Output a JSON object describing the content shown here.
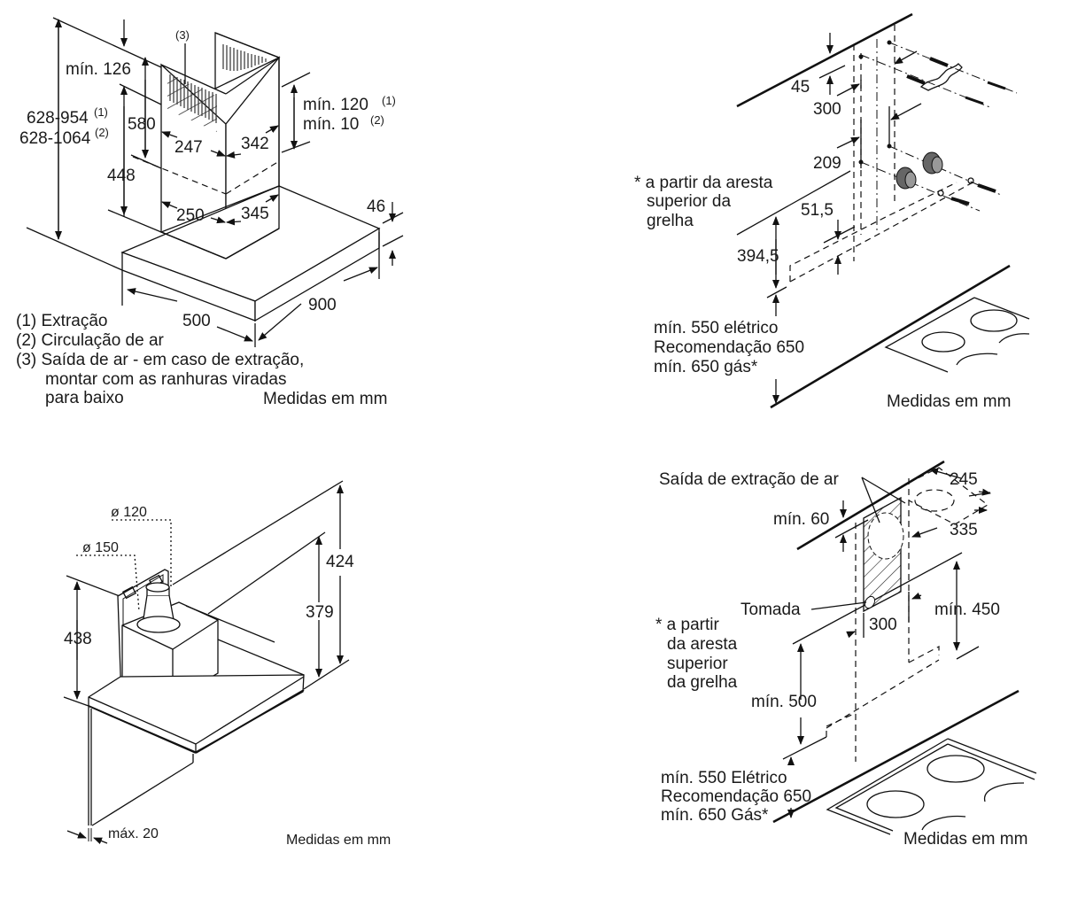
{
  "panels": {
    "top_left": {
      "title": "Chimney hood dimensions",
      "labels": {
        "outlet": "(3)",
        "min126": "mín. 126",
        "total_1": "628-954",
        "total_1_sup": "(1)",
        "total_2": "628-1064",
        "total_2_sup": "(2)",
        "d580": "580",
        "d448": "448",
        "d247": "247",
        "d342": "342",
        "d250": "250",
        "d345": "345",
        "min120": "mín. 120",
        "min120_sup": "(1)",
        "min10": "mín. 10",
        "min10_sup": "(2)",
        "d46": "46",
        "d500": "500",
        "d900": "900"
      },
      "legend": [
        "(1) Extração",
        "(2) Circulação de ar",
        "(3) Saída de ar - em caso de extração,",
        "montar com as ranhuras viradas",
        "para baixo"
      ],
      "units": "Medidas em mm"
    },
    "top_right": {
      "labels": {
        "d45": "45",
        "d300": "300",
        "d209": "209",
        "d51_5": "51,5",
        "d394_5": "394,5"
      },
      "note": [
        "* a partir da aresta",
        "superior da",
        "grelha"
      ],
      "clearance": [
        "mín. 550 elétrico",
        "Recomendação 650",
        "mín. 650 gás*"
      ],
      "units": "Medidas em mm"
    },
    "bottom_left": {
      "labels": {
        "dia120": "ø 120",
        "dia150": "ø 150",
        "d438": "438",
        "d379": "379",
        "d424": "424",
        "max20": "máx. 20"
      },
      "units": "Medidas em mm"
    },
    "bottom_right": {
      "labels": {
        "outlet": "Saída de extração de ar",
        "d245": "245",
        "min60": "mín. 60",
        "d335": "335",
        "socket": "Tomada",
        "d300": "300",
        "min450": "mín. 450",
        "min500": "mín. 500"
      },
      "note": [
        "* a partir",
        "da aresta",
        "superior",
        "da grelha"
      ],
      "clearance": [
        "mín. 550 Elétrico",
        "Recomendação 650",
        "mín. 650 Gás*"
      ],
      "units": "Medidas em mm"
    }
  }
}
